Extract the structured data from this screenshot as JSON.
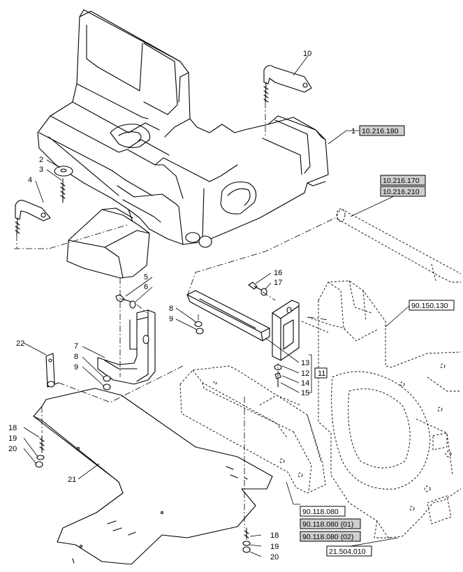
{
  "callouts": {
    "c1": "1",
    "c2": "2",
    "c3": "3",
    "c4": "4",
    "c5": "5",
    "c6": "6",
    "c7": "7",
    "c8a": "8",
    "c8b": "8",
    "c9a": "9",
    "c9b": "9",
    "c10": "10",
    "c11": "11",
    "c12": "12",
    "c13": "13",
    "c14": "14",
    "c15": "15",
    "c16": "16",
    "c17": "17",
    "c18a": "18",
    "c18b": "18",
    "c19a": "19",
    "c19b": "19",
    "c20a": "20",
    "c20b": "20",
    "c21": "21",
    "c22": "22"
  },
  "references": {
    "r_10216180": "10.216.180",
    "r_10216170": "10.216.170",
    "r_10216210": "10.216.210",
    "r_90150130": "90.150.130",
    "r_90118080": "90.118.080",
    "r_90118080_01": "90.118.080 (01)",
    "r_90118080_02": "90.118.080 (02)",
    "r_21504010": "21.504.010"
  },
  "colors": {
    "line": "#000000",
    "reference_box_fill": "#cfcfcf",
    "background": "#ffffff"
  }
}
